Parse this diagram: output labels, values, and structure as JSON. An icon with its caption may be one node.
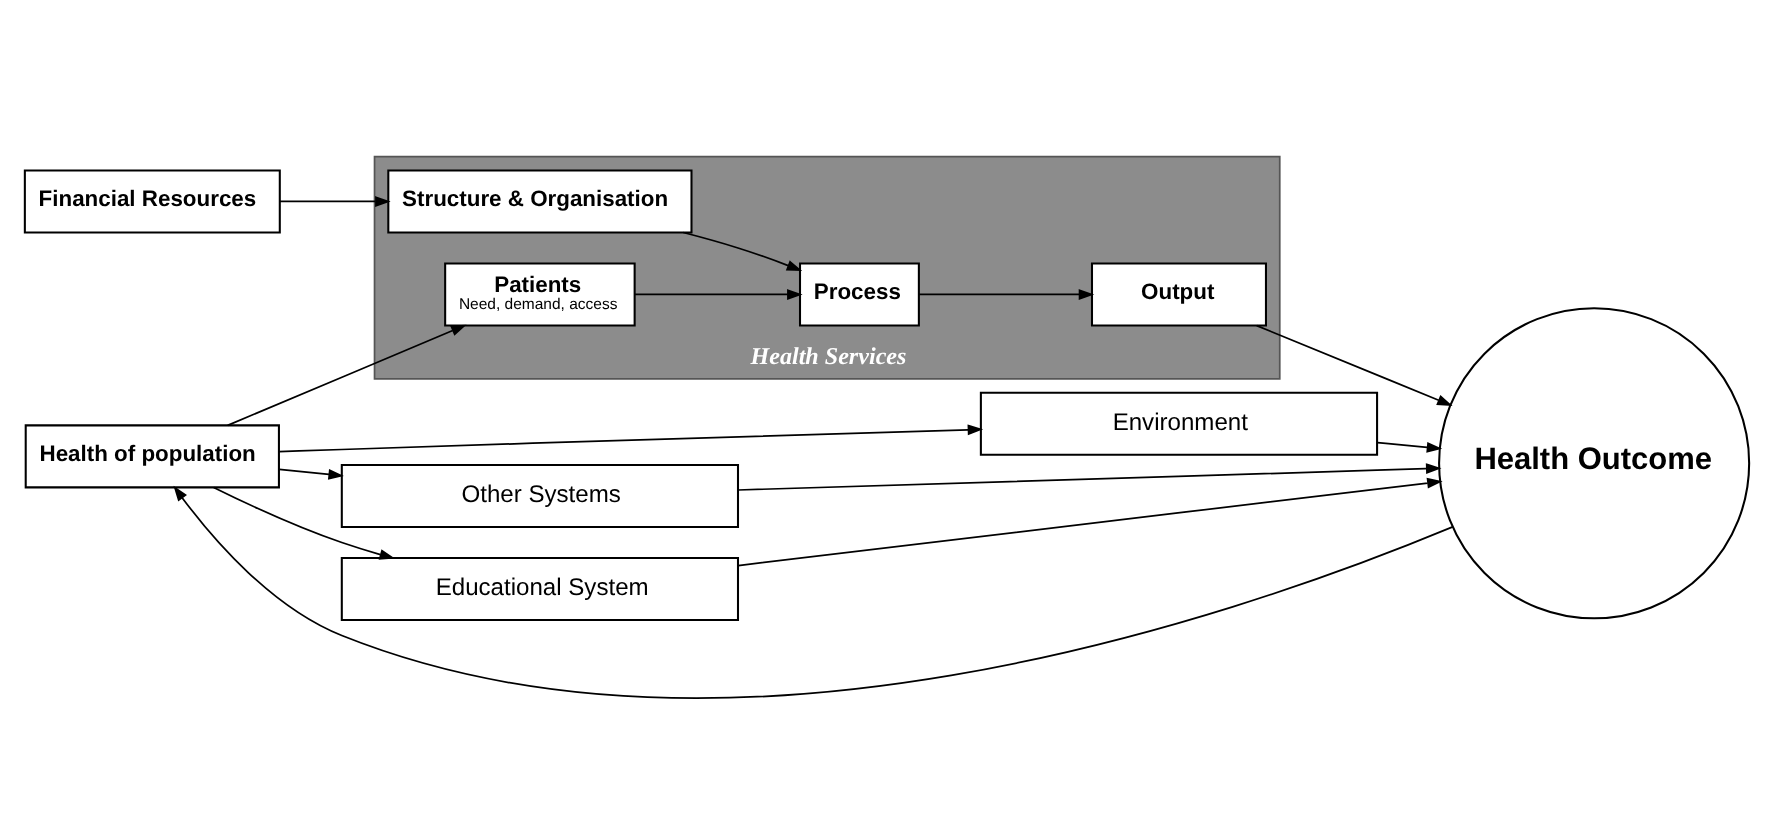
{
  "diagram": {
    "nodes": [
      {
        "text": [
          "Environment"
        ]
      },
      {
        "text": [
          "Other Systems"
        ]
      },
      {
        "text": [
          "Educational System"
        ]
      },
      {
        "text": [
          "Health of population"
        ]
      },
      {
        "text": [
          "Health Services"
        ]
      },
      {
        "text": [
          "Patients",
          "Need, demand, access"
        ],
        "in": 4
      },
      {
        "text": [
          "Structure & Organisation"
        ],
        "in": 4
      },
      {
        "text": [
          "Process"
        ],
        "in": 4
      },
      {
        "text": [
          "Output"
        ],
        "in": 4
      },
      {
        "text": [
          "Financial Resources"
        ]
      },
      {
        "text": [
          "Health Outcome"
        ]
      }
    ],
    "edges": [
      {
        "from": 3,
        "to": 0,
        "arrow": "to"
      },
      {
        "from": 3,
        "to": 1,
        "arrow": "to"
      },
      {
        "from": 3,
        "to": 2,
        "arrow": "to"
      },
      {
        "from": 3,
        "to": 5,
        "arrow": "to"
      },
      {
        "from": 9,
        "to": 6,
        "arrow": "to"
      },
      {
        "from": 5,
        "to": 7,
        "arrow": "to"
      },
      {
        "from": 6,
        "to": 7,
        "arrow": "to"
      },
      {
        "from": 7,
        "to": 8,
        "arrow": "to"
      },
      {
        "from": 8,
        "to": 10,
        "arrow": "to"
      },
      {
        "from": 0,
        "to": 10,
        "arrow": "to"
      },
      {
        "from": 1,
        "to": 10,
        "arrow": "to"
      },
      {
        "from": 2,
        "to": 10,
        "arrow": "to"
      },
      {
        "from": 10,
        "to": 3,
        "arrow": "to"
      }
    ]
  }
}
